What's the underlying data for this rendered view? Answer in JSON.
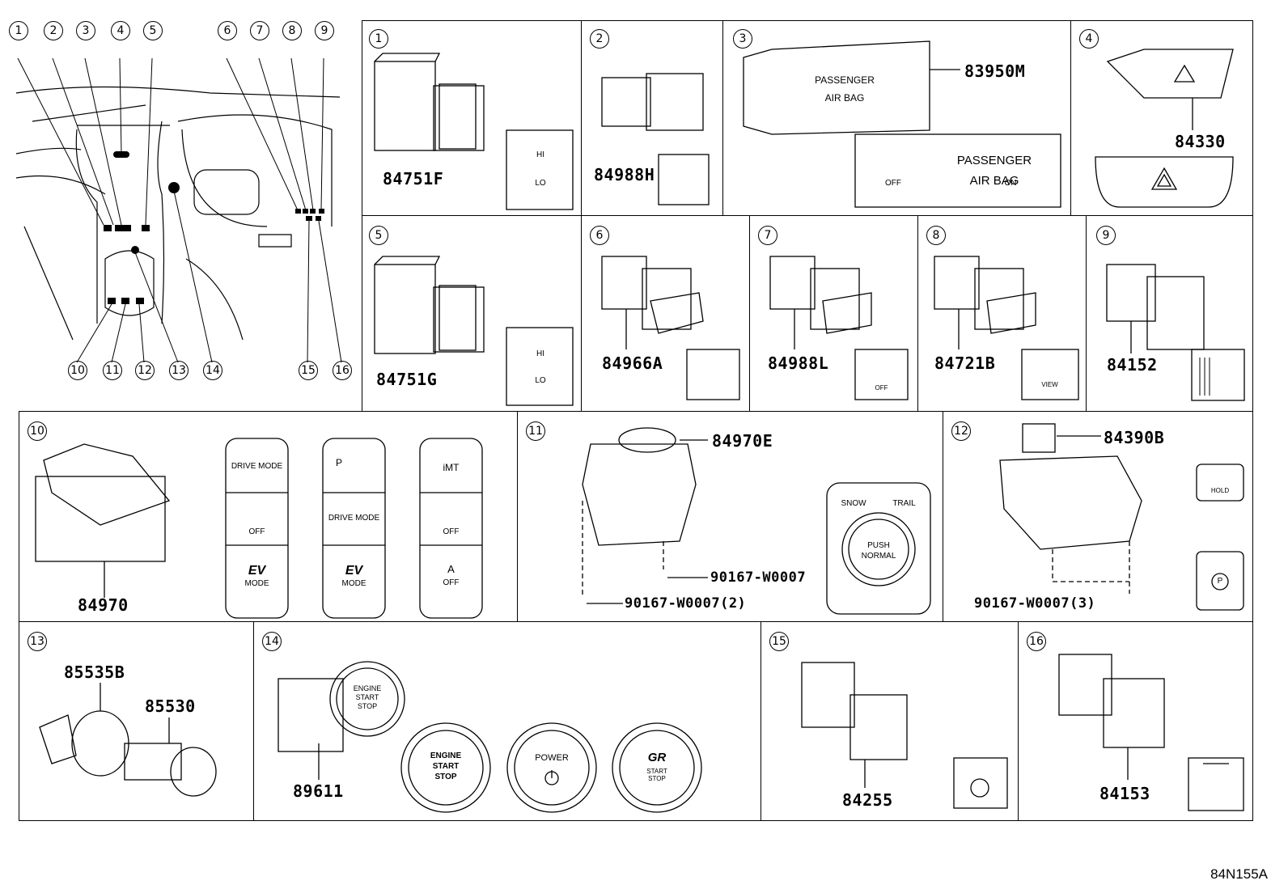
{
  "overview": {
    "callouts": [
      "1",
      "2",
      "3",
      "4",
      "5",
      "6",
      "7",
      "8",
      "9",
      "10",
      "11",
      "12",
      "13",
      "14",
      "15",
      "16"
    ]
  },
  "panels": [
    {
      "num": "1",
      "parts": [
        "84751F"
      ],
      "labels": [
        "HI",
        "LO"
      ]
    },
    {
      "num": "2",
      "parts": [
        "84988H"
      ]
    },
    {
      "num": "3",
      "parts": [
        "83950M"
      ],
      "labels": [
        "PASSENGER",
        "AIR BAG",
        "OFF",
        "ON"
      ]
    },
    {
      "num": "4",
      "parts": [
        "84330"
      ]
    },
    {
      "num": "5",
      "parts": [
        "84751G"
      ],
      "labels": [
        "HI",
        "LO"
      ]
    },
    {
      "num": "6",
      "parts": [
        "84966A"
      ]
    },
    {
      "num": "7",
      "parts": [
        "84988L"
      ],
      "labels": [
        "OFF"
      ]
    },
    {
      "num": "8",
      "parts": [
        "84721B"
      ],
      "labels": [
        "VIEW"
      ]
    },
    {
      "num": "9",
      "parts": [
        "84152"
      ]
    },
    {
      "num": "10",
      "parts": [
        "84970"
      ],
      "switch_a": [
        "DRIVE MODE",
        "OFF",
        "EV",
        "MODE"
      ],
      "switch_b": [
        "P",
        "DRIVE MODE",
        "EV",
        "MODE"
      ],
      "switch_c": [
        "iMT",
        "OFF",
        "A",
        "OFF"
      ]
    },
    {
      "num": "11",
      "parts": [
        "84970E",
        "90167-W0007",
        "90167-W0007(2)"
      ],
      "labels": [
        "SNOW",
        "TRAIL",
        "PUSH",
        "NORMAL"
      ]
    },
    {
      "num": "12",
      "parts": [
        "84390B",
        "90167-W0007(3)"
      ],
      "labels": [
        "HOLD",
        "P"
      ]
    },
    {
      "num": "13",
      "parts": [
        "85535B",
        "85530"
      ]
    },
    {
      "num": "14",
      "parts": [
        "89611"
      ],
      "labels": [
        "ENGINE",
        "START",
        "STOP",
        "POWER",
        "GR"
      ]
    },
    {
      "num": "15",
      "parts": [
        "84255"
      ]
    },
    {
      "num": "16",
      "parts": [
        "84153"
      ]
    }
  ],
  "diagram_code": "84N155A"
}
